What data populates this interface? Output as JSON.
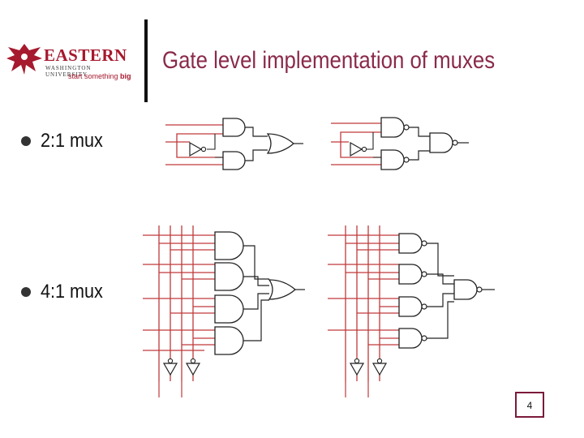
{
  "logo": {
    "word": "EASTERN",
    "sub": "WASHINGTON UNIVERSITY",
    "tag_plain": "start something ",
    "tag_bold": "big"
  },
  "title": "Gate level implementation of muxes",
  "bullets": [
    {
      "label": "2:1 mux"
    },
    {
      "label": "4:1 mux"
    }
  ],
  "page_number": "4",
  "colors": {
    "title": "#8a2a4a",
    "wire_red": "#c0393b",
    "logo_red": "#a6192e",
    "page_box": "#7a1a3a"
  }
}
